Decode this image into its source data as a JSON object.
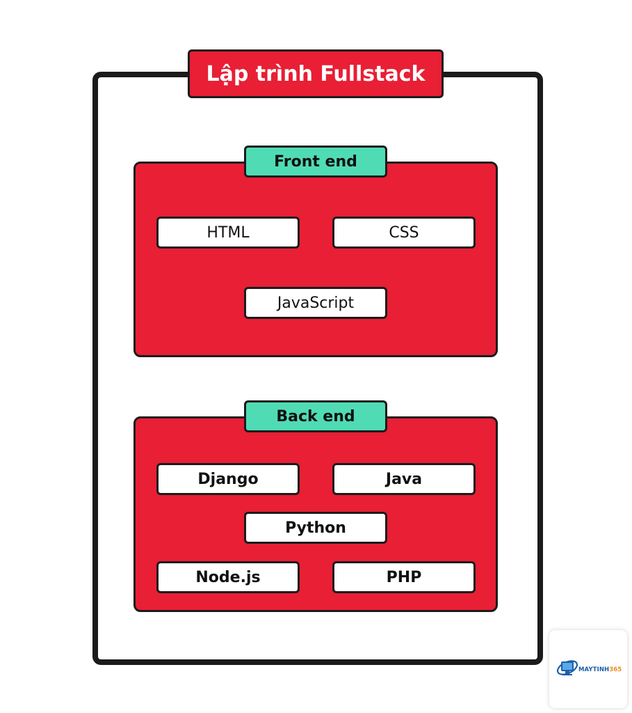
{
  "title": "Lập trình Fullstack",
  "sections": {
    "front": {
      "label": "Front end",
      "items": [
        "HTML",
        "CSS",
        "JavaScript"
      ]
    },
    "back": {
      "label": "Back end",
      "items": [
        "Django",
        "Java",
        "Python",
        "Node.js",
        "PHP"
      ]
    }
  },
  "logo": {
    "brand": "MAYTINH",
    "accent": "365"
  },
  "colors": {
    "box_red": "#e81f35",
    "label_teal": "#4fdcb5",
    "frame": "#1b1b1b",
    "logo_blue": "#1c5ea8",
    "logo_orange": "#f08a1c"
  }
}
